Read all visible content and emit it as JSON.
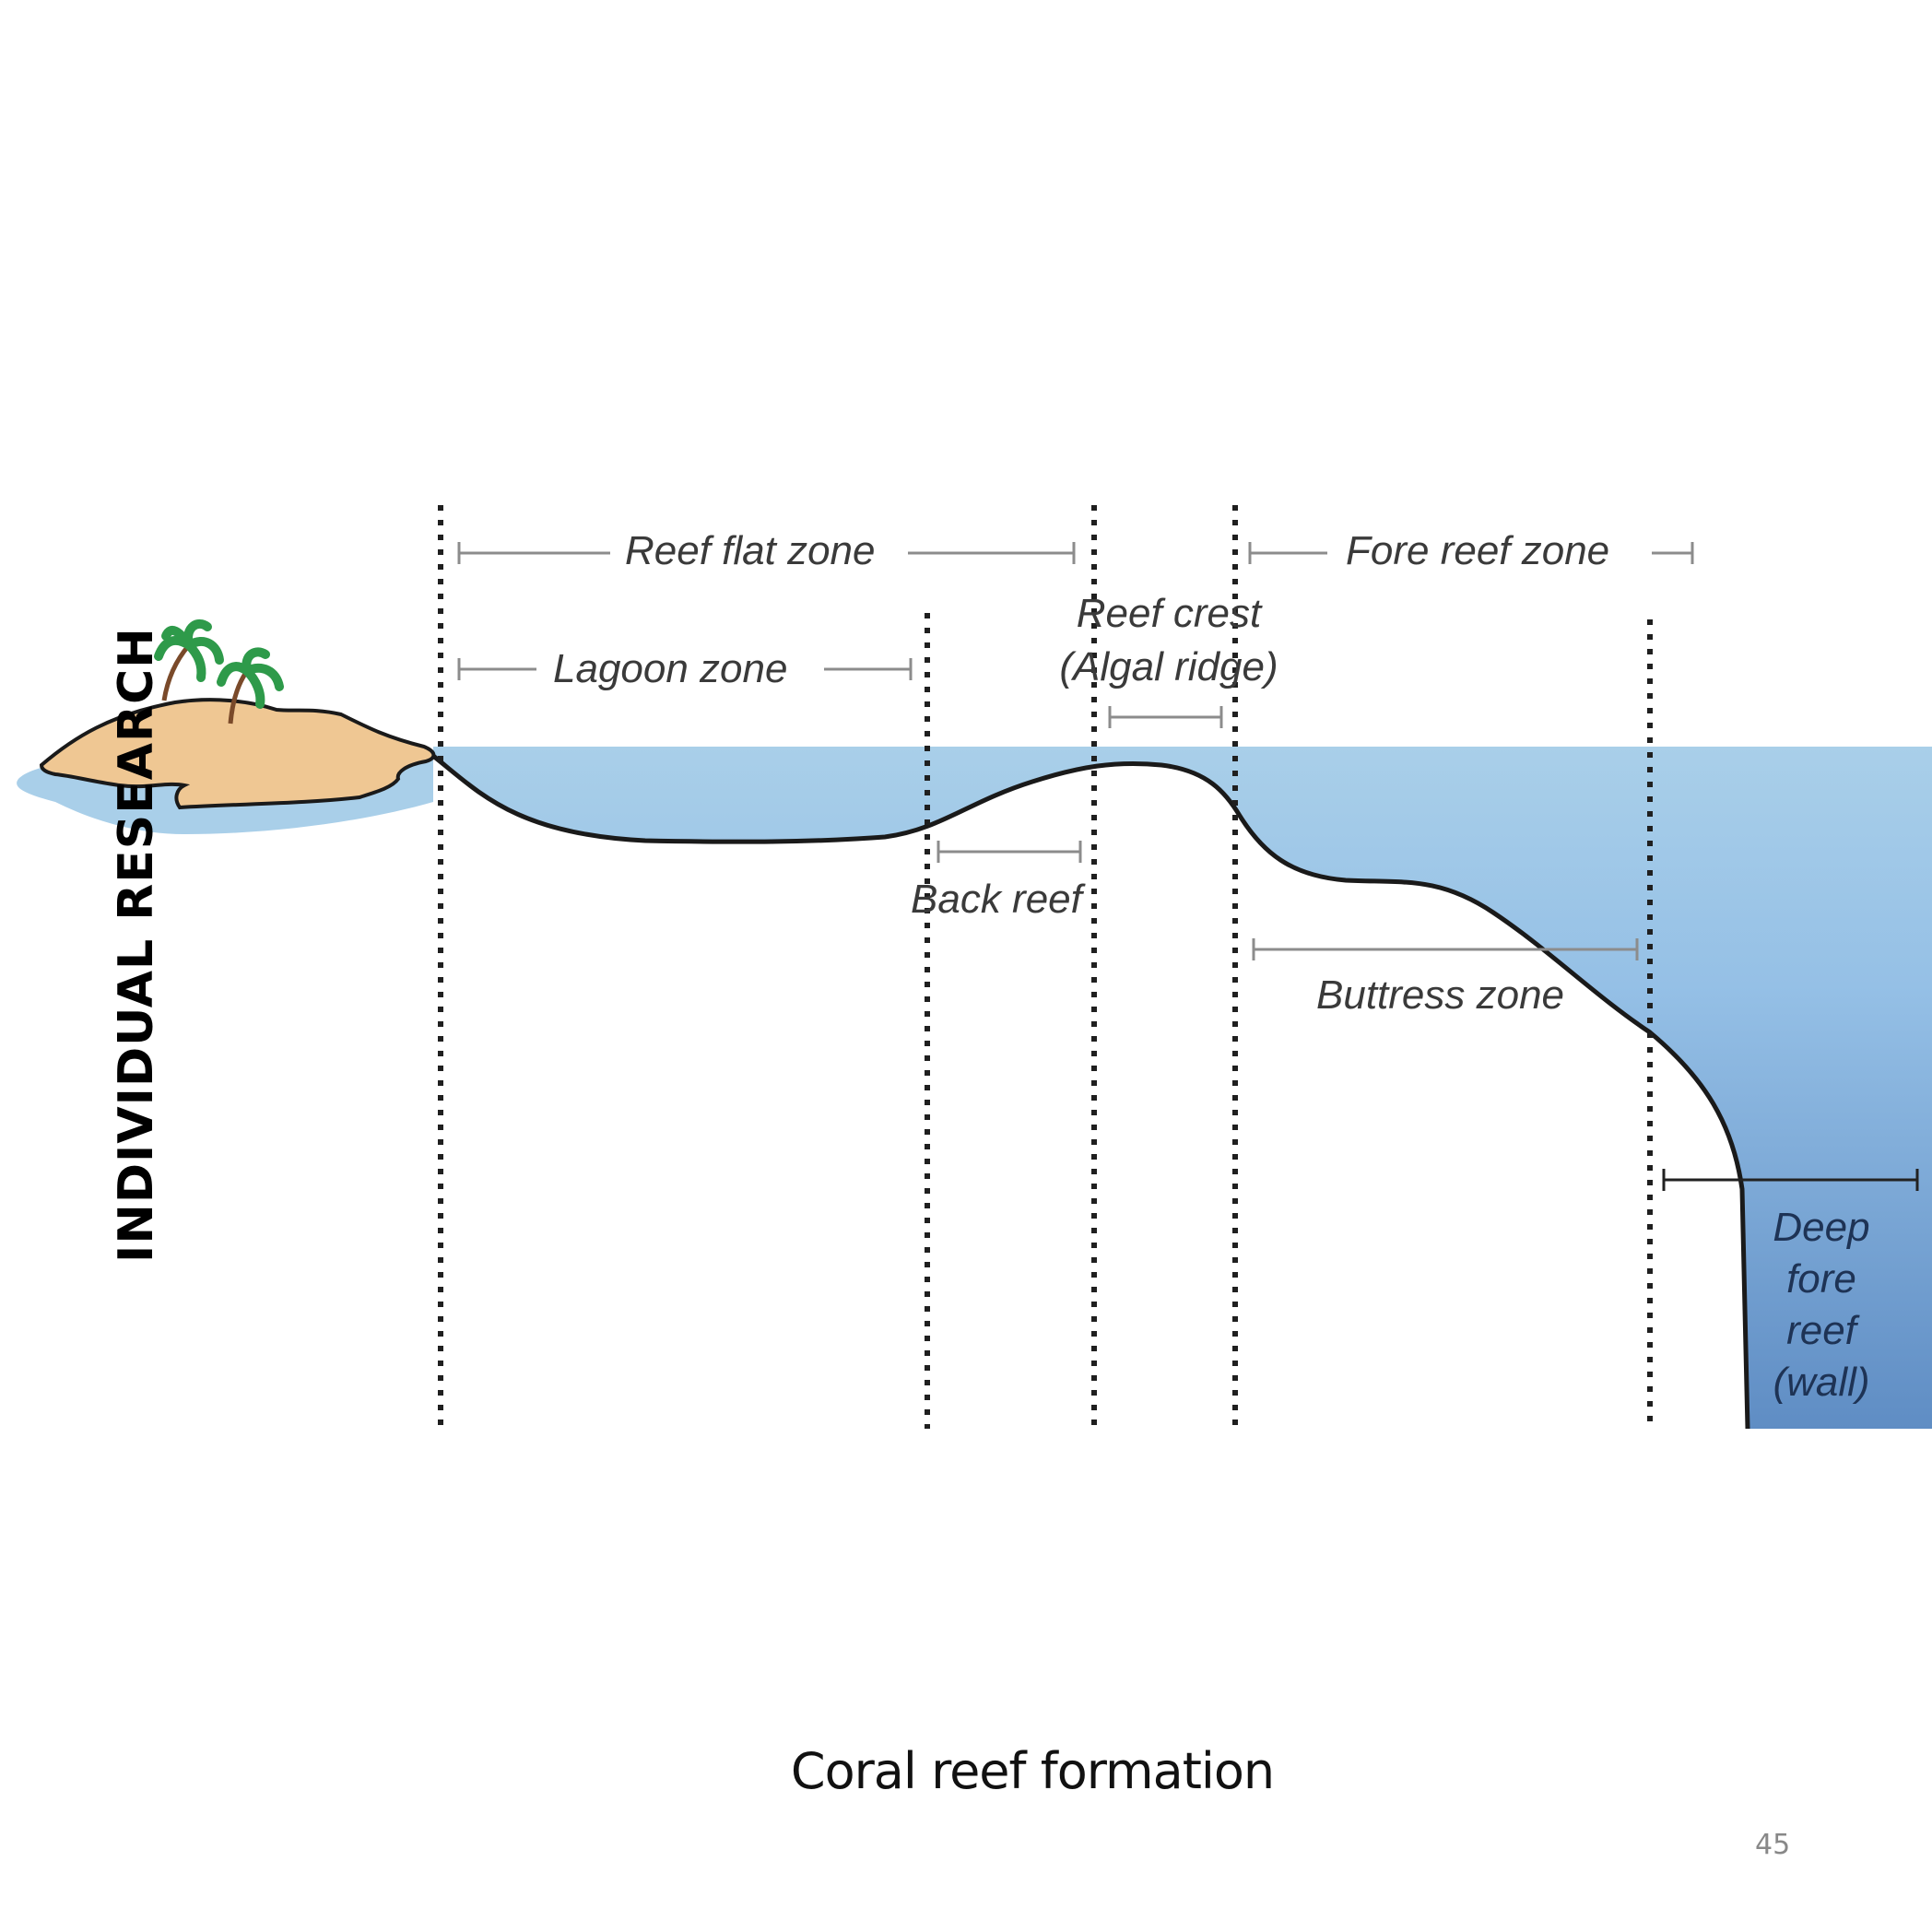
{
  "slide": {
    "vertical_title": "INDIVIDUAL RESEARCH",
    "caption": "Coral reef formation",
    "page_number": "45"
  },
  "diagram": {
    "title": "Coral reef zonation profile",
    "zones": {
      "reef_flat": "Reef flat zone",
      "lagoon": "Lagoon zone",
      "reef_crest_line1": "Reef crest",
      "reef_crest_line2": "(Algal ridge)",
      "fore_reef": "Fore reef zone",
      "back_reef": "Back reef",
      "buttress": "Buttress zone",
      "deep_fore_reef": [
        "Deep",
        "fore",
        "reef",
        "(wall)"
      ]
    },
    "colors": {
      "water_light": "#a9cfe9",
      "water_deep": "#5f8dc4",
      "sand": "#efc793",
      "palm_green": "#2e9a4a",
      "outline": "#1a1a1a",
      "bracket": "#8c8c8c"
    }
  }
}
